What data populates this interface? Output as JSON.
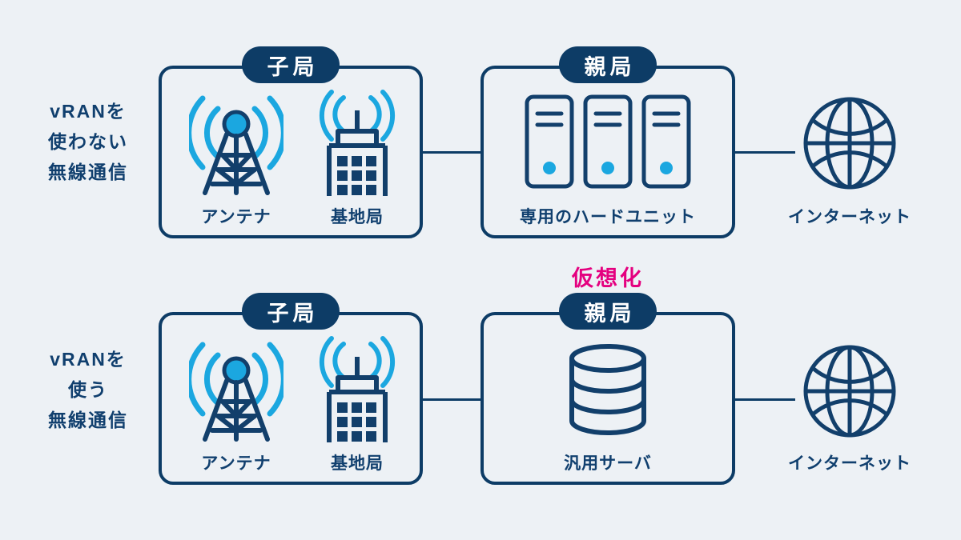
{
  "meta": {
    "background_color": "#edf1f5",
    "primary_color": "#0d3c66",
    "accent_cyan": "#1ba7e0",
    "accent_pink": "#e4007f"
  },
  "rows": [
    {
      "id": "without-vran",
      "label_lines": [
        "vRANを",
        "使わない",
        "無線通信"
      ],
      "child_station_badge": "子局",
      "parent_station_badge": "親局",
      "child_icons": [
        {
          "name": "antenna-icon",
          "caption": "アンテナ"
        },
        {
          "name": "base-station-icon",
          "caption": "基地局"
        }
      ],
      "parent_icon": {
        "name": "server-rack-icon",
        "caption": "専用のハードユニット"
      },
      "internet": {
        "name": "globe-icon",
        "caption": "インターネット"
      }
    },
    {
      "id": "with-vran",
      "label_lines": [
        "vRANを",
        "使う",
        "無線通信"
      ],
      "child_station_badge": "子局",
      "parent_station_badge": "親局",
      "child_icons": [
        {
          "name": "antenna-icon",
          "caption": "アンテナ"
        },
        {
          "name": "base-station-icon",
          "caption": "基地局"
        }
      ],
      "parent_icon": {
        "name": "database-icon",
        "caption": "汎用サーバ"
      },
      "internet": {
        "name": "globe-icon",
        "caption": "インターネット"
      }
    }
  ],
  "annotation": {
    "virtualization_label": "仮想化",
    "color": "#e4007f"
  }
}
